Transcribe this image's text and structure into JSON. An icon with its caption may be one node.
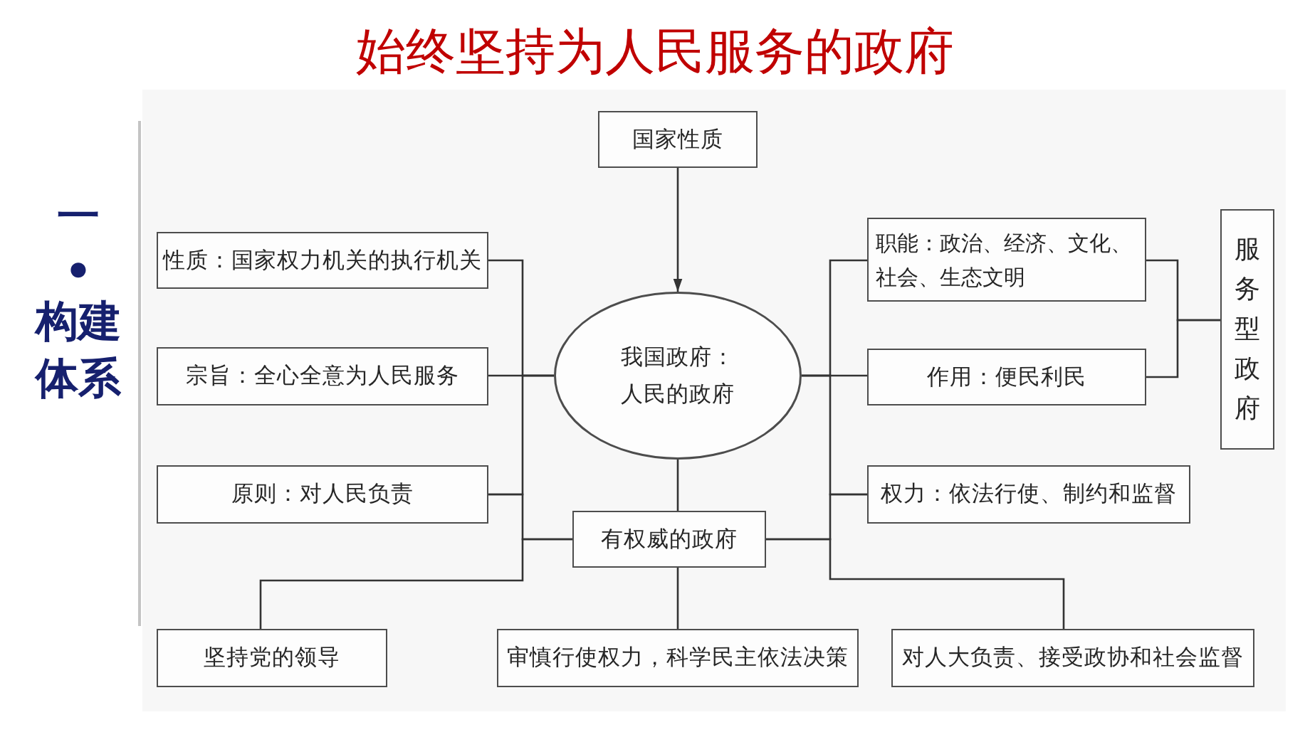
{
  "diagram": {
    "title": "始终坚持为人民服务的政府",
    "nodes": [
      {
        "text": [
          "国家性质"
        ]
      },
      {
        "text": [
          "我国政府：人民的政府"
        ]
      },
      {
        "text": [
          "性质：国家权力机关的执行机关"
        ]
      },
      {
        "text": [
          "宗旨：全心全意为人民服务"
        ]
      },
      {
        "text": [
          "原则：对人民负责"
        ]
      },
      {
        "text": [
          "有权威的政府"
        ]
      },
      {
        "text": [
          "坚持党的领导"
        ]
      },
      {
        "text": [
          "审慎行使权力，科学民主依法决策"
        ]
      },
      {
        "text": [
          "对人大负责、接受政协和社会监督"
        ]
      },
      {
        "text": [
          "职能：政治、经济、文化、社会、生态文明"
        ]
      },
      {
        "text": [
          "作用：便民利民"
        ]
      },
      {
        "text": [
          "权力：依法行使、制约和监督"
        ]
      },
      {
        "text": [
          "服务型政府"
        ]
      }
    ],
    "edges": [
      {
        "from": 0,
        "to": 1,
        "arrow": "to"
      },
      {
        "from": 1,
        "to": 2,
        "arrow": "none"
      },
      {
        "from": 1,
        "to": 3,
        "arrow": "none"
      },
      {
        "from": 1,
        "to": 4,
        "arrow": "none"
      },
      {
        "from": 1,
        "to": 5,
        "arrow": "none"
      },
      {
        "from": 5,
        "to": 4,
        "arrow": "none"
      },
      {
        "from": 5,
        "to": 6,
        "arrow": "none"
      },
      {
        "from": 5,
        "to": 7,
        "arrow": "none"
      },
      {
        "from": 5,
        "to": 11,
        "arrow": "none"
      },
      {
        "from": 5,
        "to": 8,
        "arrow": "none"
      },
      {
        "from": 1,
        "to": 9,
        "arrow": "none"
      },
      {
        "from": 1,
        "to": 10,
        "arrow": "none"
      },
      {
        "from": 1,
        "to": 11,
        "arrow": "none"
      },
      {
        "from": 9,
        "to": 12,
        "arrow": "none"
      },
      {
        "from": 10,
        "to": 12,
        "arrow": "none"
      }
    ],
    "labels": [
      "一•",
      "构建体系"
    ]
  }
}
